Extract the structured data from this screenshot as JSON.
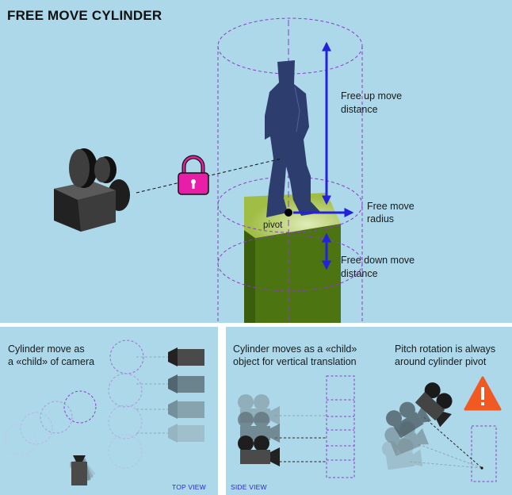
{
  "main": {
    "title": "FREE MOVE CYLINDER",
    "labels": {
      "up1": "Free  up move",
      "up2": "distance",
      "radius1": "Free  move",
      "radius2": "radius",
      "down1": "Free down move",
      "down2": "distance",
      "pivot": "pivot"
    }
  },
  "left_panel": {
    "caption1": "Cylinder move as",
    "caption2": "a «child» of camera",
    "view": "TOP VIEW"
  },
  "right_panel": {
    "caption1": "Cylinder moves as a «child»",
    "caption2": "object for vertical translation",
    "caption3": "Pitch rotation is always",
    "caption4": "around cylinder pivot",
    "view": "SIDE VIEW"
  },
  "colors": {
    "panel_bg": "#add8ea",
    "arrow": "#2222dd",
    "cylinder_dash": "#8a3cc8",
    "lock": "#e81ea8",
    "warning": "#f05a22",
    "block_top": "#a4c24a",
    "block_side": "#4c7410",
    "figure": "#2d3d6e"
  }
}
